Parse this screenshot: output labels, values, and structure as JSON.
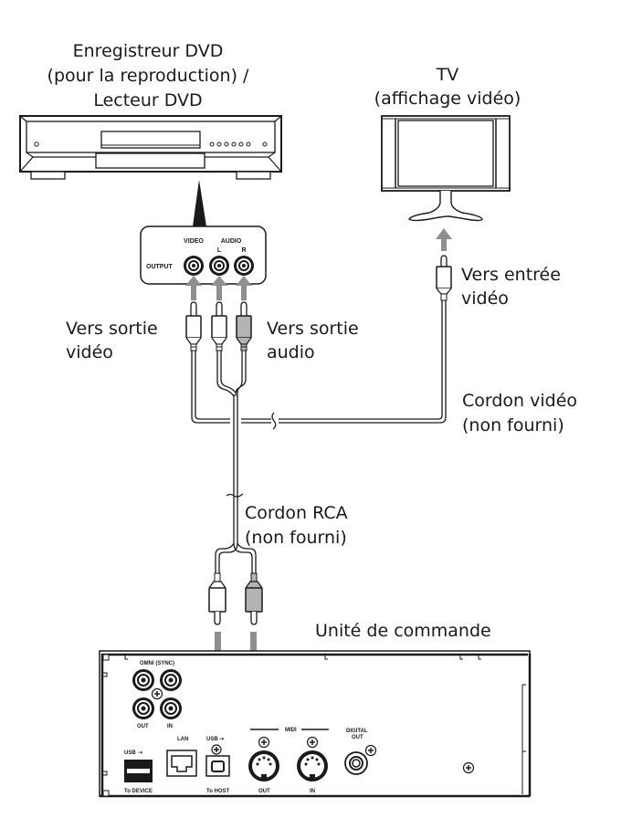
{
  "labels": {
    "dvd_device": [
      "Enregistreur DVD",
      "(pour la reproduction) /",
      "Lecteur DVD"
    ],
    "tv_device": [
      "TV",
      "(affichage vidéo)"
    ],
    "video_out": [
      "Vers sortie",
      "vidéo"
    ],
    "audio_out": [
      "Vers sortie",
      "audio"
    ],
    "video_in": [
      "Vers entrée",
      "vidéo"
    ],
    "video_cord": [
      "Cordon vidéo",
      "(non fourni)"
    ],
    "rca_cord": [
      "Cordon RCA",
      "(non fourni)"
    ],
    "control_unit": "Unité de commande"
  },
  "dvd_panel": {
    "video": "VIDEO",
    "audio": "AUDIO",
    "left": "L",
    "right": "R",
    "output": "OUTPUT"
  },
  "rear_panel": {
    "omni_sync": "OMNI  (SYNC)",
    "out": "OUT",
    "in": "IN",
    "usb_device_top": "USB",
    "usb_device_bottom": "To DEVICE",
    "lan": "LAN",
    "usb_host_top": "USB",
    "usb_host_bottom": "To HOST",
    "midi": "MIDI",
    "midi_out": "OUT",
    "midi_in": "IN",
    "digital_out_1": "DIGITAL",
    "digital_out_2": "OUT"
  },
  "colors": {
    "line": "#1a1a1a",
    "arrow": "#8f8f8f",
    "plug_grey": "#b4b4b4"
  }
}
